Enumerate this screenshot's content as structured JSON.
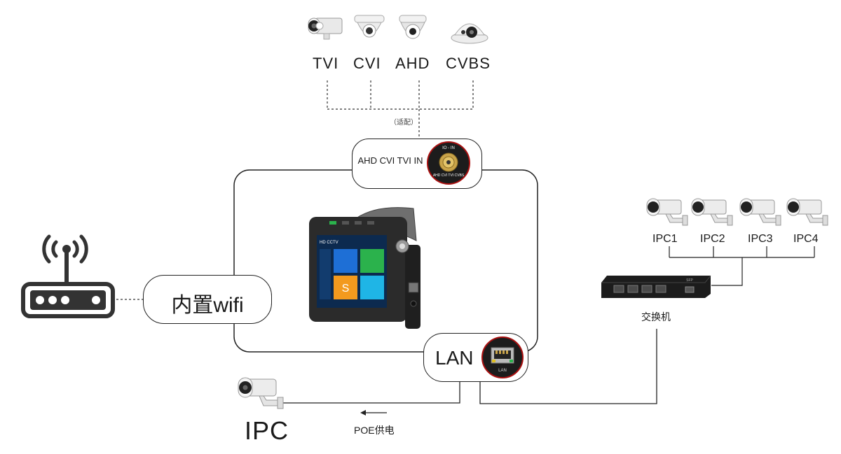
{
  "analog_cameras": [
    {
      "label": "TVI",
      "icon": "bullet-camera-icon"
    },
    {
      "label": "CVI",
      "icon": "dome-camera-icon"
    },
    {
      "label": "AHD",
      "icon": "dome-camera-icon"
    },
    {
      "label": "CVBS",
      "icon": "turret-camera-icon"
    }
  ],
  "adapt_note": "（适配）",
  "analog_input": {
    "label": "AHD CVI TVI IN",
    "connector_text": "AHD CVI TVI CVBS",
    "connector_top_text": "IO - IN"
  },
  "wifi": {
    "label": "内置wifi"
  },
  "lan": {
    "label": "LAN",
    "port_text": "LAN"
  },
  "poe_camera": {
    "label": "IPC",
    "direction_label": "POE供电"
  },
  "switch": {
    "label": "交换机",
    "sfp_text": "SFP"
  },
  "ip_cameras": [
    {
      "label": "IPC1"
    },
    {
      "label": "IPC2"
    },
    {
      "label": "IPC3"
    },
    {
      "label": "IPC4"
    }
  ],
  "device_screen": {
    "brand": "HD CCTV",
    "tile_letter": "S"
  },
  "colors": {
    "line": "#222222",
    "device_body": "#2b2b2b",
    "screen_blue": "#1e6fd6",
    "screen_green": "#2bb24c",
    "screen_orange": "#f39a1e",
    "screen_cyan": "#1fb5e6"
  }
}
